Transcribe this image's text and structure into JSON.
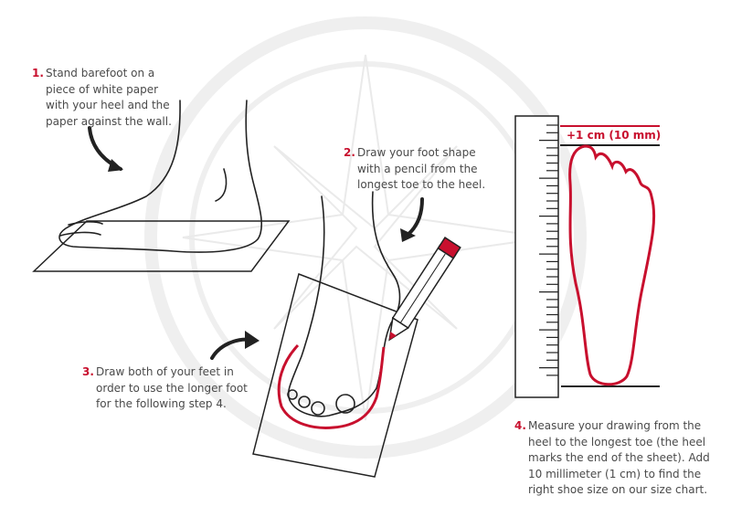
{
  "colors": {
    "accent": "#c8102e",
    "text": "#4a4a4a",
    "watermark": "#eeeeee"
  },
  "steps": [
    {
      "number": "1.",
      "lines": [
        "Stand barefoot on a",
        "piece of white paper",
        "with your heel and the",
        "paper against the wall."
      ]
    },
    {
      "number": "2.",
      "lines": [
        "Draw your foot shape",
        "with a pencil from the",
        "longest toe to the heel."
      ]
    },
    {
      "number": "3.",
      "lines": [
        "Draw both of your feet in",
        "order to use the longer foot",
        "for the following step 4."
      ]
    },
    {
      "number": "4.",
      "lines": [
        "Measure your drawing from the",
        "heel to the longest toe (the heel",
        "marks the end of the sheet). Add",
        "10 millimeter (1 cm) to find the",
        "right shoe size on our size chart."
      ]
    }
  ],
  "ruler": {
    "extra_label": "+1 cm (10 mm)"
  }
}
